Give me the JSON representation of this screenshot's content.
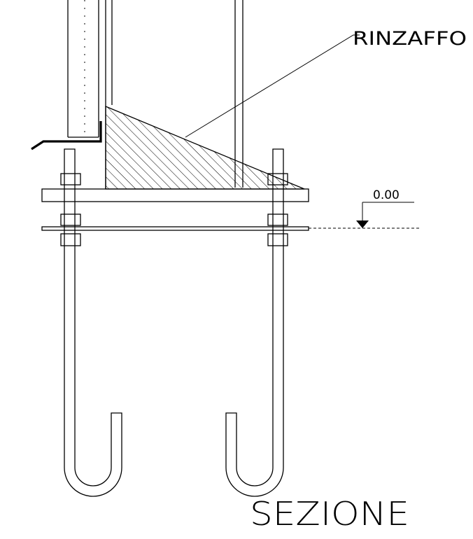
{
  "drawing": {
    "callout_label": "RINZAFFO",
    "level_value": "0.00",
    "section_title": "SEZIONE"
  }
}
